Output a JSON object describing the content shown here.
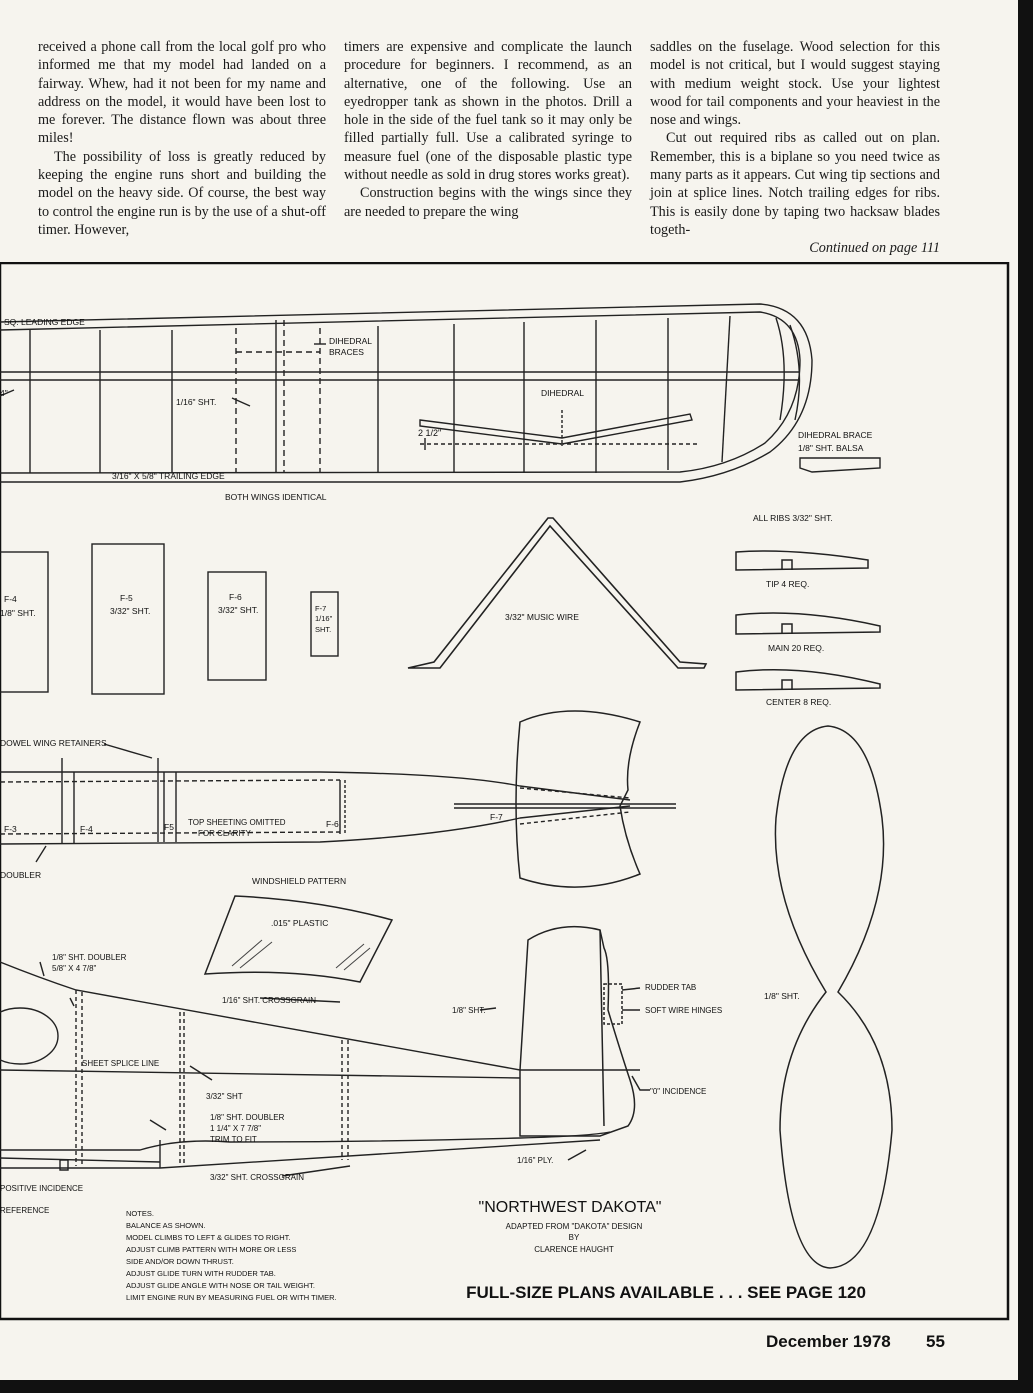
{
  "article": {
    "col1_p1": "received a phone call from the local golf pro who informed me that my model had landed on a fairway. Whew, had it not been for my name and address on the model, it would have been lost to me forever. The distance flown was about three miles!",
    "col1_p2": "The possibility of loss is greatly reduced by keeping the engine runs short and building the model on the heavy side. Of course, the best way to control the engine run is by the use of a shut-off timer. However,",
    "col2_p1": "timers are expensive and complicate the launch procedure for beginners. I recommend, as an alternative, one of the following. Use an eyedropper tank as shown in the photos. Drill a hole in the side of the fuel tank so it may only be filled partially full. Use a calibrated syringe to measure fuel (one of the disposable plastic type without needle as sold in drug stores works great).",
    "col2_p2": "Construction begins with the wings since they are needed to prepare the wing",
    "col3_p1": "saddles on the fuselage. Wood selection for this model is not critical, but I would suggest staying with medium weight stock. Use your lightest wood for tail components and your heaviest in the nose and wings.",
    "col3_p2": "Cut out required ribs as called out on plan. Remember, this is a biplane so you need twice as many parts as it appears. Cut wing tip sections and join at splice lines. Notch trailing edges for ribs. This is easily done by taping two hacksaw blades togeth-",
    "continued": "Continued on page 111"
  },
  "plan": {
    "wing": {
      "leading_edge": "SQ. LEADING EDGE",
      "dihedral_braces": [
        "DIHEDRAL",
        "BRACES"
      ],
      "sheet_1_16": "1/16\" SHT.",
      "dihedral": "DIHEDRAL",
      "dihedral_height": "2 1/2\"",
      "trailing_edge": "3/16\" X 5/8\" TRAILING EDGE",
      "both_identical": "BOTH WINGS IDENTICAL",
      "dihedral_brace": [
        "DIHEDRAL BRACE",
        "1/8\" SHT. BALSA"
      ],
      "left_cut": "4\""
    },
    "ribs": {
      "all_ribs": "ALL RIBS 3/32\" SHT.",
      "tip": "TIP 4 REQ.",
      "main": "MAIN 20 REQ.",
      "center": "CENTER 8 REQ."
    },
    "formers": {
      "f4": [
        "F-4",
        "1/8\" SHT."
      ],
      "f5": [
        "F-5",
        "3/32\" SHT."
      ],
      "f6": [
        "F-6",
        "3/32\" SHT."
      ],
      "f7": [
        "F-7",
        "1/16\"",
        "SHT."
      ]
    },
    "music_wire": "3/32\" MUSIC WIRE",
    "fuselage_top": {
      "retainers": "DOWEL WING RETAINERS",
      "f3": "F-3",
      "f4": "F-4",
      "f5": "F5",
      "f6": "F-6",
      "f7": "F-7",
      "top_sheeting": [
        "TOP SHEETING OMITTED",
        "FOR CLARITY"
      ],
      "doubler": "DOUBLER"
    },
    "windshield": {
      "title": "WINDSHIELD PATTERN",
      "plastic": ".015\" PLASTIC"
    },
    "fuselage_side": {
      "doubler_1": [
        "1/8\" SHT. DOUBLER",
        "5/8\" X 4 7/8\""
      ],
      "crossgrain_1": "1/16\" SHT. CROSSGRAIN",
      "splice": "SHEET SPLICE LINE",
      "sheet_3_32": "3/32\" SHT",
      "doubler_2": [
        "1/8\" SHT. DOUBLER",
        "1 1/4\" X 7 7/8\"",
        "TRIM TO FIT"
      ],
      "crossgrain_2": "3/32\" SHT. CROSSGRAIN",
      "positive_incidence": "POSITIVE INCIDENCE",
      "reference": "REFERENCE"
    },
    "fin": {
      "sheet": "1/8\" SHT.",
      "rudder_tab": "RUDDER TAB",
      "hinges": "SOFT WIRE HINGES",
      "incidence": "\"0\" INCIDENCE",
      "ply": "1/16\" PLY."
    },
    "stab_sheet": "1/8\" SHT.",
    "notes": {
      "title": "NOTES.",
      "lines": [
        "BALANCE AS SHOWN.",
        "MODEL CLIMBS TO LEFT & GLIDES TO RIGHT.",
        "ADJUST CLIMB PATTERN WITH MORE OR LESS",
        "SIDE AND/OR DOWN THRUST.",
        "ADJUST GLIDE TURN WITH RUDDER TAB.",
        "ADJUST GLIDE ANGLE WITH NOSE OR TAIL WEIGHT.",
        "LIMIT ENGINE RUN BY MEASURING FUEL OR WITH TIMER."
      ]
    },
    "title_block": {
      "name": "\"NORTHWEST DAKOTA\"",
      "adapted": "ADAPTED FROM \"DAKOTA\" DESIGN",
      "by": "BY",
      "author": "CLARENCE HAUGHT"
    },
    "plans_available": "FULL-SIZE PLANS AVAILABLE . . . SEE PAGE 120"
  },
  "footer": {
    "date": "December 1978",
    "page": "55"
  }
}
